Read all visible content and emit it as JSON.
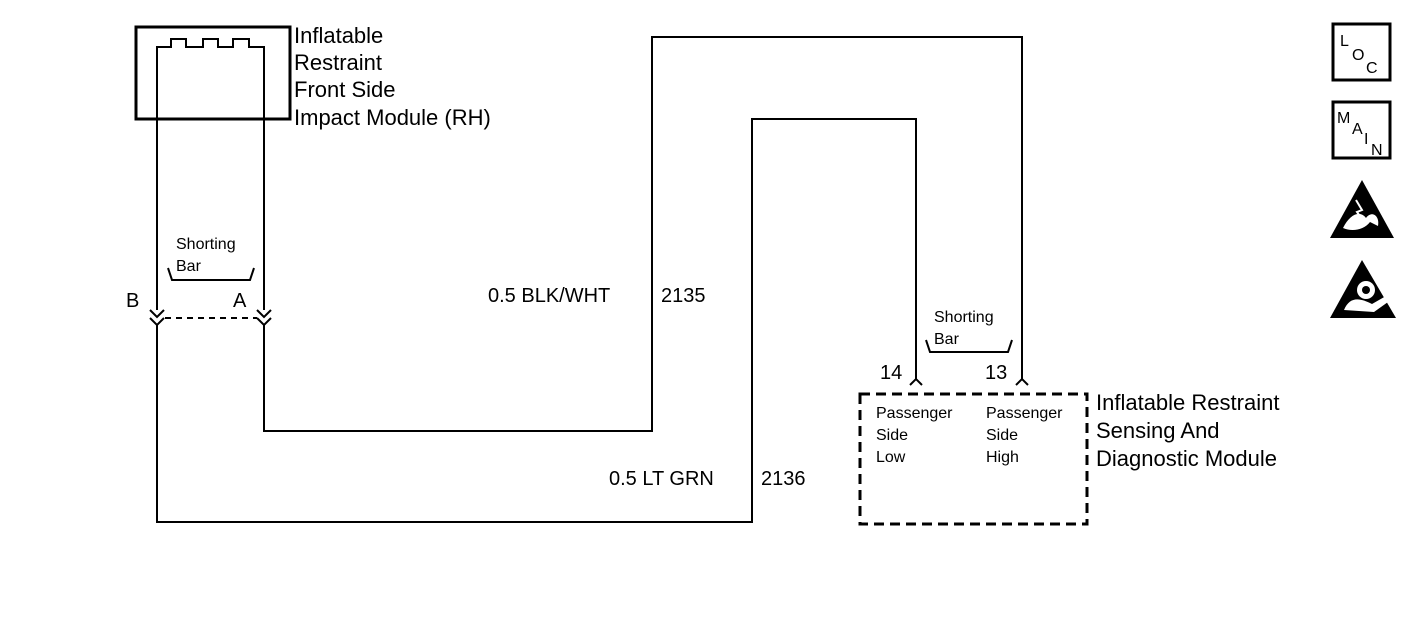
{
  "side_module": {
    "title_lines": [
      "Inflatable",
      "Restraint",
      "Front Side",
      "Impact Module (RH)"
    ],
    "shorting_bar_lines": [
      "Shorting",
      "Bar"
    ],
    "pin_b": "B",
    "pin_a": "A"
  },
  "wires": {
    "w2135_label": "0.5 BLK/WHT",
    "w2135_circuit": "2135",
    "w2136_label": "0.5 LT GRN",
    "w2136_circuit": "2136"
  },
  "sdm": {
    "title_lines": [
      "Inflatable Restraint",
      "Sensing And",
      "Diagnostic Module"
    ],
    "shorting_bar_lines": [
      "Shorting",
      "Bar"
    ],
    "pin_14": "14",
    "pin_13": "13",
    "low_lines": [
      "Passenger",
      "Side",
      "Low"
    ],
    "high_lines": [
      "Passenger",
      "Side",
      "High"
    ]
  },
  "icons": {
    "loc": {
      "l": "L",
      "o": "O",
      "c": "C"
    },
    "main": {
      "m": "M",
      "a": "A",
      "i": "I",
      "n": "N"
    },
    "esd_icon": "esd-warning-triangle",
    "airbag_icon": "airbag-warning-triangle"
  }
}
